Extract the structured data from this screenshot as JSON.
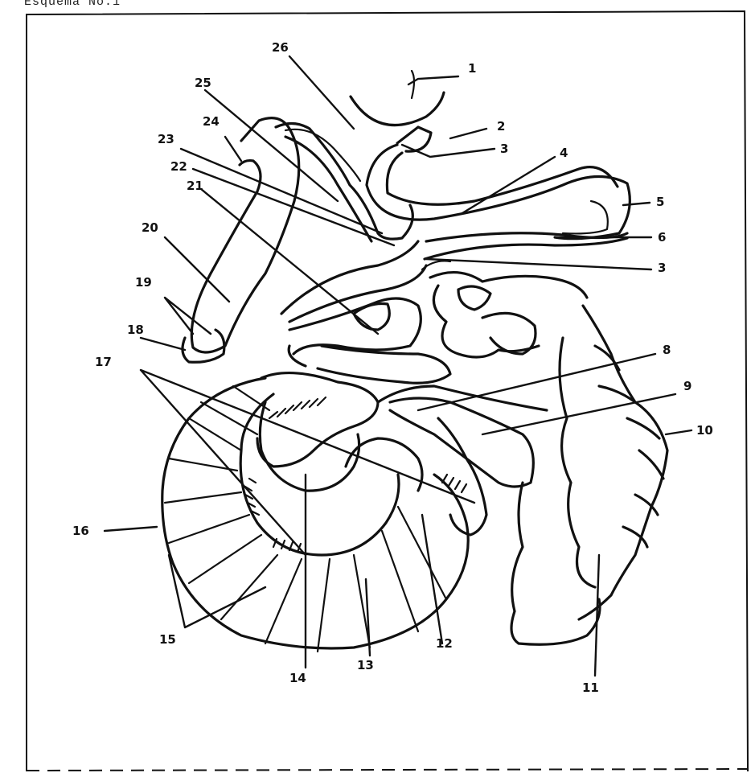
{
  "caption": "Esquema No.1",
  "labels": [
    "1",
    "2",
    "3",
    "4",
    "5",
    "6",
    "3",
    "8",
    "9",
    "10",
    "11",
    "12",
    "13",
    "14",
    "15",
    "16",
    "17",
    "18",
    "19",
    "20",
    "21",
    "22",
    "23",
    "24",
    "25",
    "26"
  ]
}
